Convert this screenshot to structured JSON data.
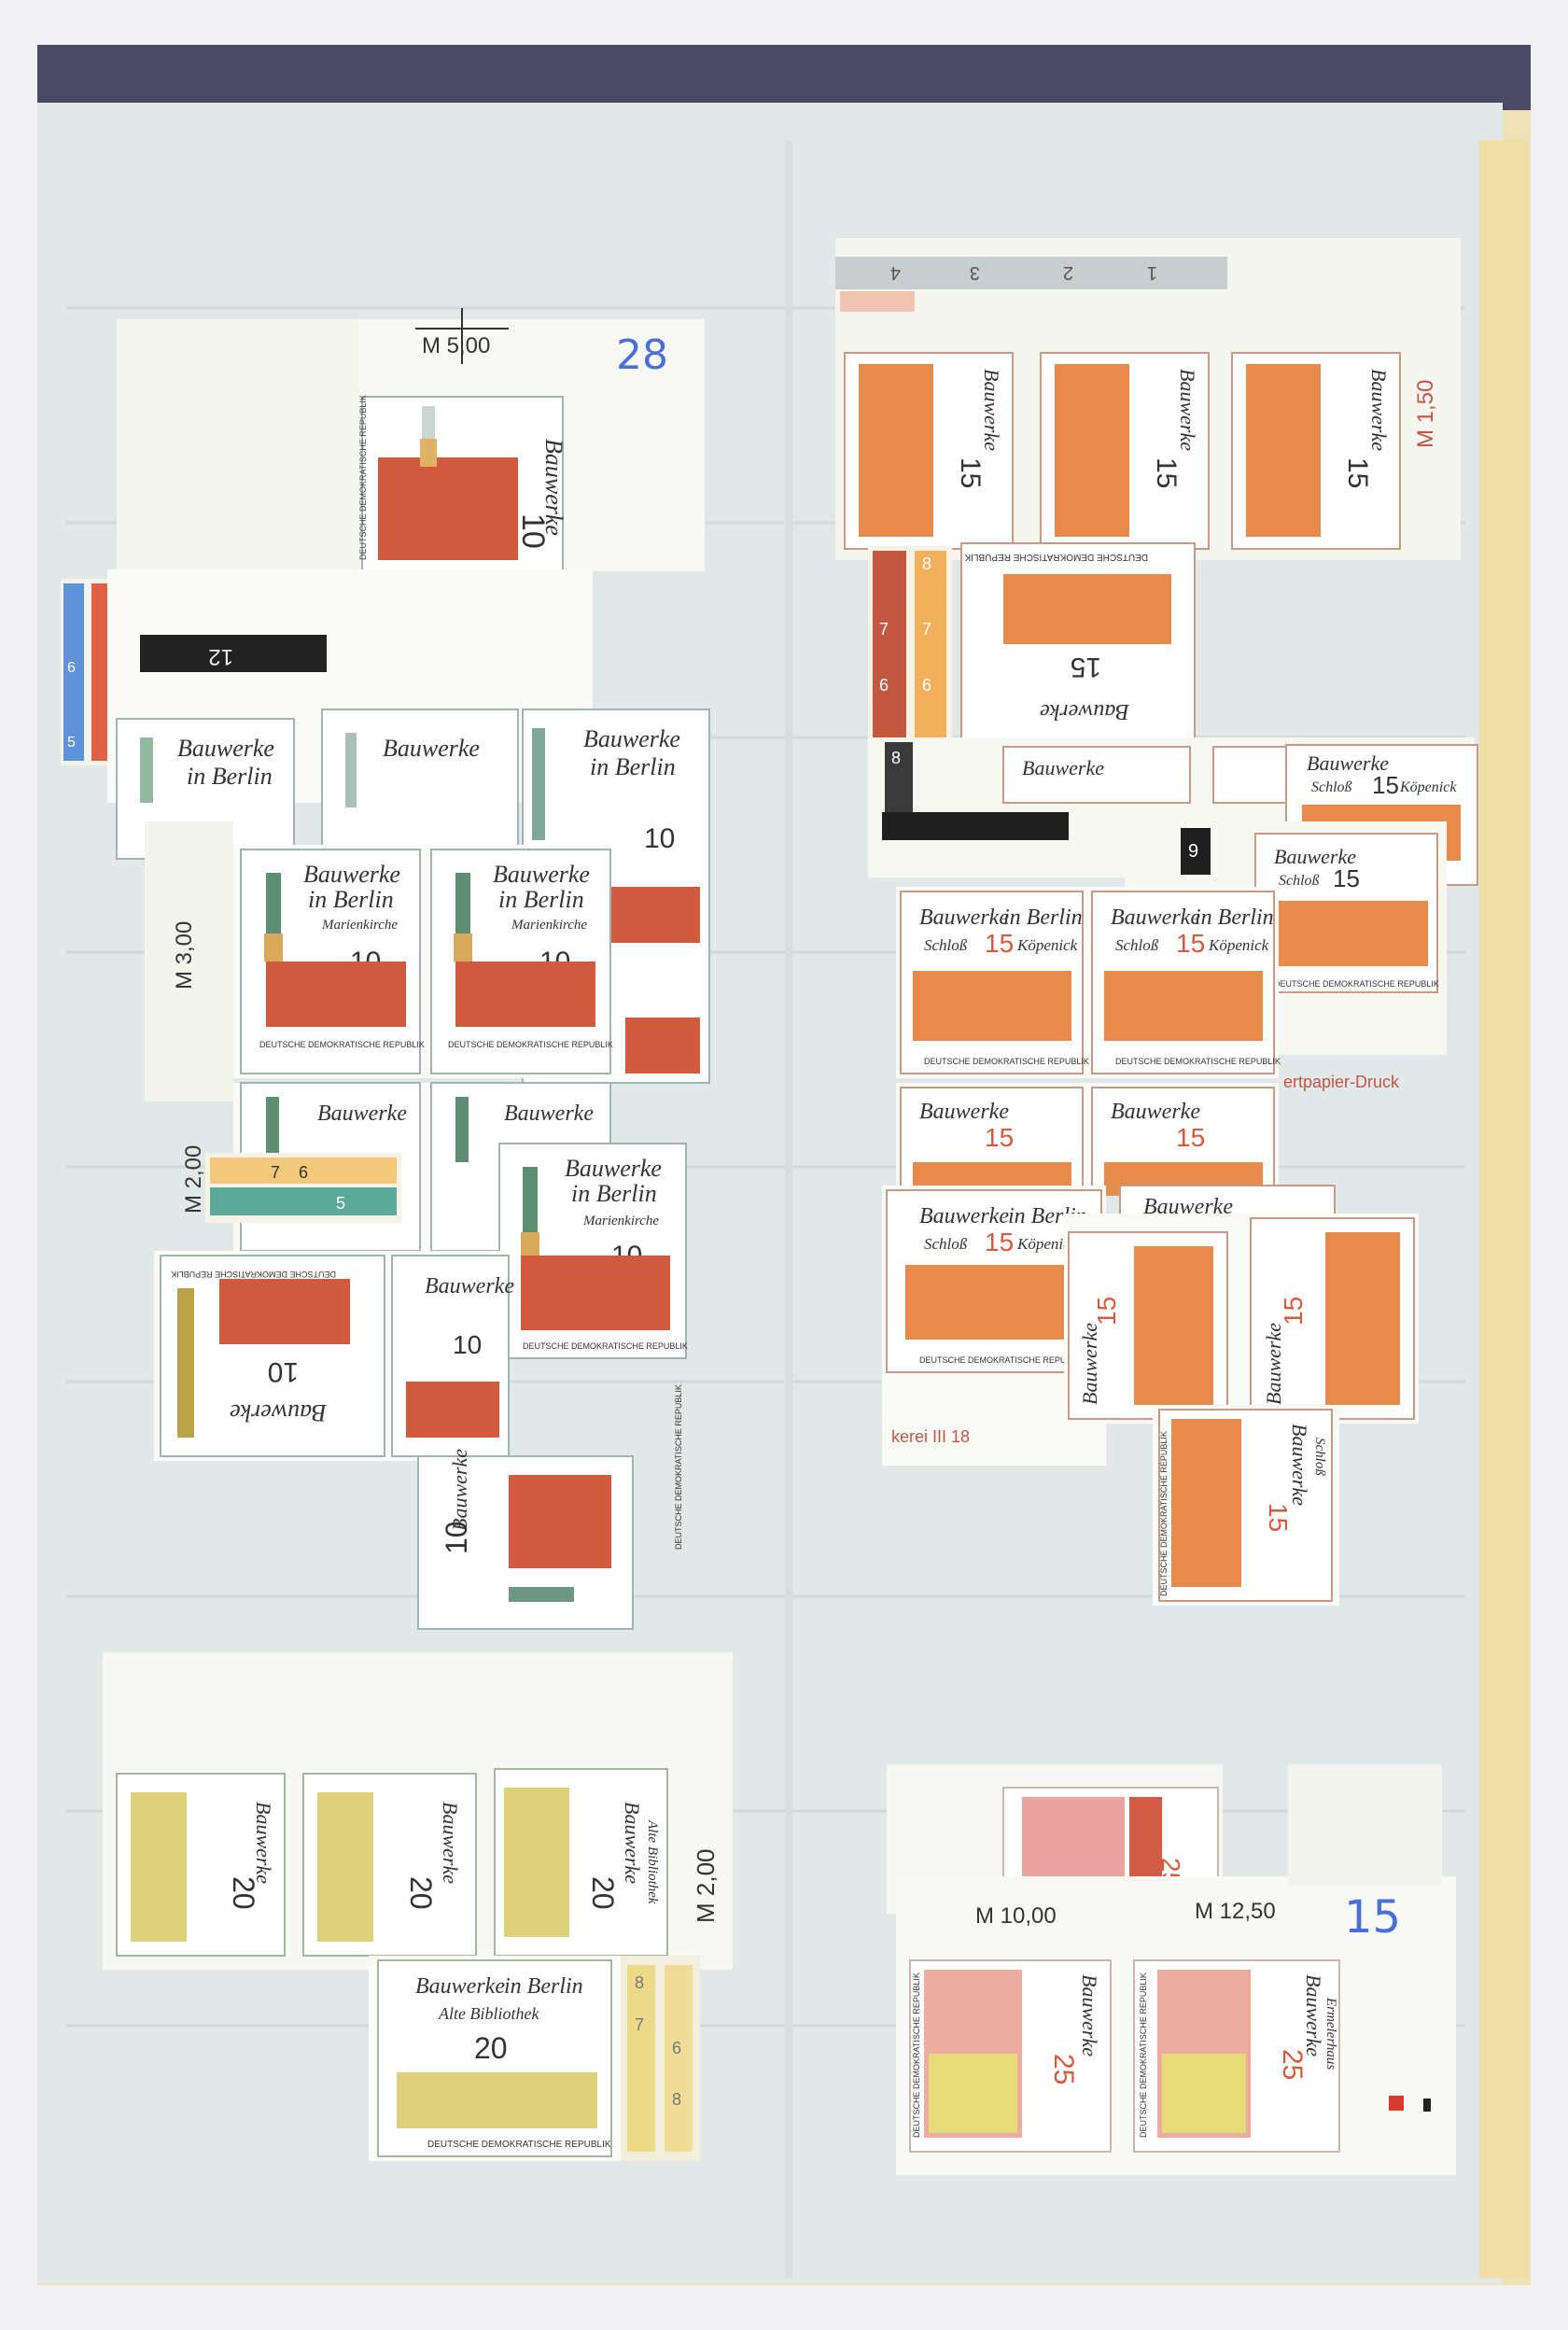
{
  "colors": {
    "background": "#f1f1f3",
    "album_page": "#e3e8e8",
    "folder": "#efe2b8",
    "stamp_paper": "#f8f8f4",
    "red_brick": "#cf5a3e",
    "orange_castle": "#e88a4c",
    "yellow_library": "#ddd27a",
    "handwriting_blue": "#4a6fd6"
  },
  "stamps": {
    "title_line1": "Bauwerke",
    "title_line2": "in Berlin",
    "country": "DEUTSCHE DEMOKRATISCHE REPUBLIK",
    "marienkirche": {
      "name": "Marienkirche",
      "value": "10"
    },
    "schloss": {
      "name_a": "Schloß",
      "name_b": "Köpenick",
      "value": "15"
    },
    "bibliothek": {
      "name": "Alte Bibliothek",
      "value": "20"
    },
    "ermeler": {
      "name": "Ermelerhaus",
      "value": "25"
    }
  },
  "margins": {
    "m500": "M 5,00",
    "m150": "M 1,50",
    "m300": "M 3,00",
    "m200a": "M 2,00",
    "m200b": "M 2,00",
    "m1000": "M 10,00",
    "m1250": "M 12,50",
    "druckerei": "kerei   III 18",
    "wertpapier": "ertpapier-Druck"
  },
  "handwritten": {
    "left": "28",
    "right": "15"
  },
  "plate_numbers": [
    "1",
    "2",
    "3",
    "4",
    "5",
    "6",
    "7",
    "8",
    "9",
    "12"
  ]
}
